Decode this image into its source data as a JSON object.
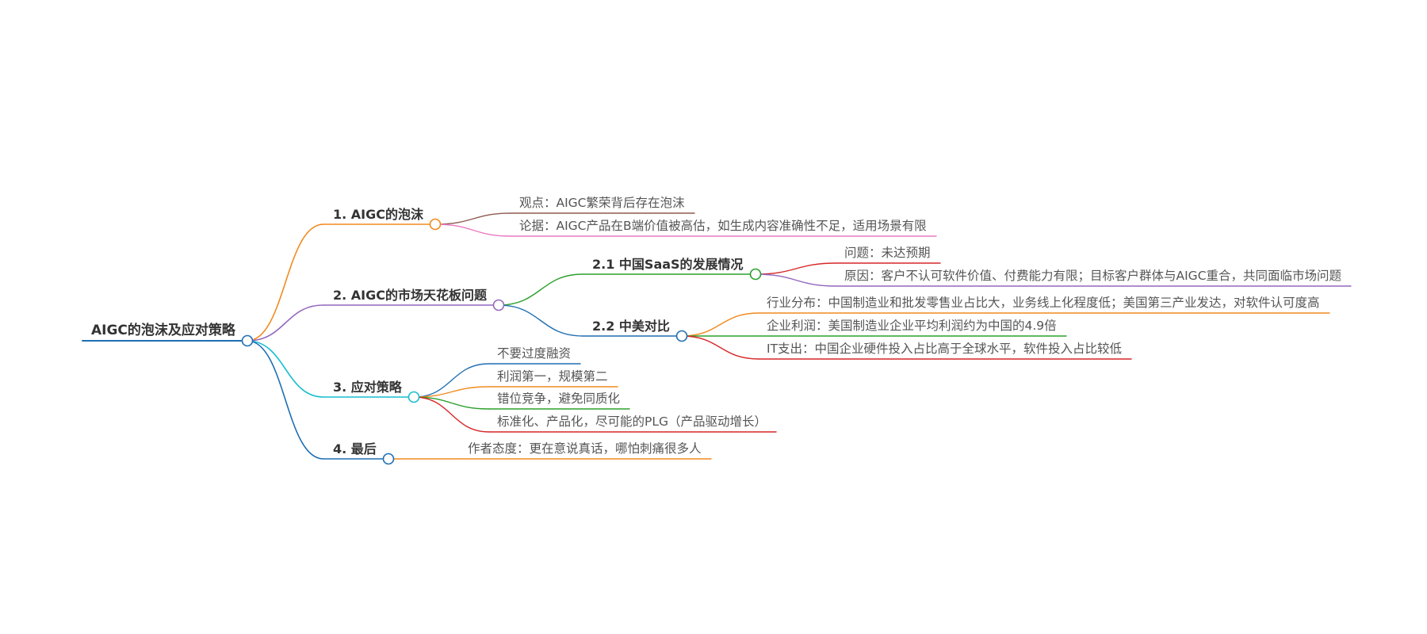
{
  "mindmap": {
    "root": {
      "label": "AIGC的泡沫及应对策略",
      "color": "#1f6fb2"
    },
    "branches": [
      {
        "id": "b1",
        "label": "1. AIGC的泡沫",
        "color": "#f28a1e",
        "children": [
          {
            "id": "b1-1",
            "label": "观点：AIGC繁荣背后存在泡沫",
            "color": "#8d5a4e"
          },
          {
            "id": "b1-2",
            "label": "论据：AIGC产品在B端价值被高估，如生成内容准确性不足，适用场景有限",
            "color": "#e87ac2"
          }
        ]
      },
      {
        "id": "b2",
        "label": "2. AIGC的市场天花板问题",
        "color": "#9467bd",
        "children": [
          {
            "id": "b2-1",
            "label": "2.1 中国SaaS的发展情况",
            "color": "#2ca02c",
            "children": [
              {
                "id": "b2-1-1",
                "label": "问题：未达预期",
                "color": "#d62728"
              },
              {
                "id": "b2-1-2",
                "label": "原因：客户不认可软件价值、付费能力有限；目标客户群体与AIGC重合，共同面临市场问题",
                "color": "#9467bd"
              }
            ]
          },
          {
            "id": "b2-2",
            "label": "2.2 中美对比",
            "color": "#1f6fb2",
            "children": [
              {
                "id": "b2-2-1",
                "label": "行业分布：中国制造业和批发零售业占比大，业务线上化程度低；美国第三产业发达，对软件认可度高",
                "color": "#f28a1e"
              },
              {
                "id": "b2-2-2",
                "label": "企业利润：美国制造业企业平均利润约为中国的4.9倍",
                "color": "#2ca02c"
              },
              {
                "id": "b2-2-3",
                "label": "IT支出：中国企业硬件投入占比高于全球水平，软件投入占比较低",
                "color": "#d62728"
              }
            ]
          }
        ]
      },
      {
        "id": "b3",
        "label": "3. 应对策略",
        "color": "#17becf",
        "children": [
          {
            "id": "b3-1",
            "label": "不要过度融资",
            "color": "#1f6fb2"
          },
          {
            "id": "b3-2",
            "label": "利润第一，规模第二",
            "color": "#f28a1e"
          },
          {
            "id": "b3-3",
            "label": "错位竞争，避免同质化",
            "color": "#2ca02c"
          },
          {
            "id": "b3-4",
            "label": "标准化、产品化，尽可能的PLG（产品驱动增长）",
            "color": "#d62728"
          }
        ]
      },
      {
        "id": "b4",
        "label": "4. 最后",
        "color": "#1f6fb2",
        "children": [
          {
            "id": "b4-1",
            "label": "作者态度：更在意说真话，哪怕刺痛很多人",
            "color": "#f28a1e"
          }
        ]
      }
    ]
  }
}
